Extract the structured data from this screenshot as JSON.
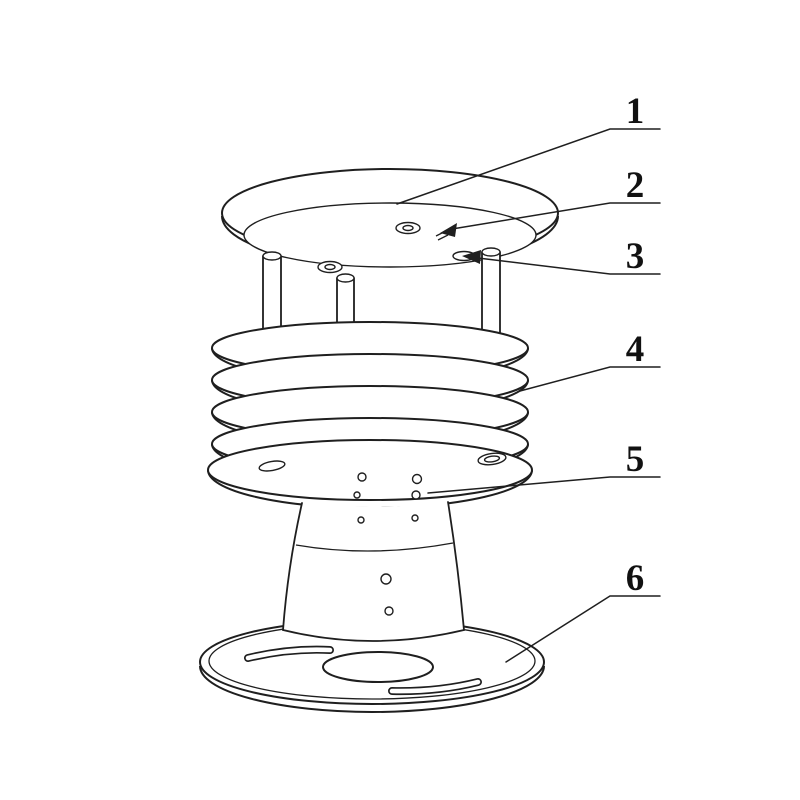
{
  "figure": {
    "background_color": "#ffffff",
    "line_color": "#1f1f1f"
  },
  "callouts": [
    {
      "label": "1"
    },
    {
      "label": "2"
    },
    {
      "label": "3"
    },
    {
      "label": "4"
    },
    {
      "label": "5"
    },
    {
      "label": "6"
    }
  ]
}
